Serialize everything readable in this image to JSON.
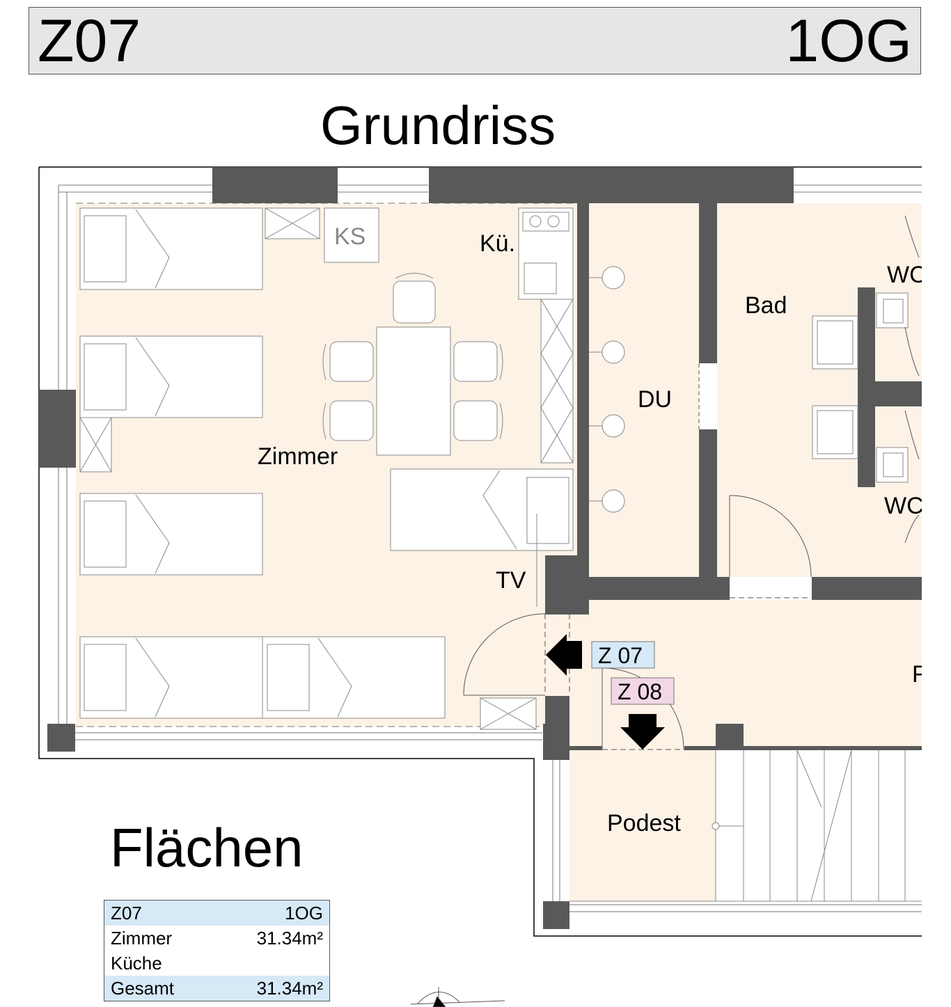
{
  "header": {
    "unit_code": "Z07",
    "floor": "1OG"
  },
  "plan_title": "Grundriss",
  "areas_title": "Flächen",
  "rooms": {
    "zimmer": "Zimmer",
    "kueche": "Kü.",
    "fridge": "KS",
    "tv": "TV",
    "shower": "DU",
    "bath": "Bad",
    "wc_top": "WC",
    "wc_bottom": "WC",
    "landing": "Podest",
    "corridor_partial": "F"
  },
  "entrances": [
    {
      "label": "Z 07",
      "color": "#d6e9f7"
    },
    {
      "label": "Z 08",
      "color": "#f2d7e4"
    }
  ],
  "colors": {
    "floor_fill": "#fdf2e6",
    "wall": "#595959",
    "header_bg": "#e6e6e6",
    "table_highlight": "#d6e9f7"
  },
  "area_table": {
    "unit": "Z07",
    "floor": "1OG",
    "rows": [
      {
        "name": "Zimmer",
        "value": "31.34m²"
      },
      {
        "name": "Küche",
        "value": ""
      }
    ],
    "total_label": "Gesamt",
    "total_value": "31.34m²"
  }
}
